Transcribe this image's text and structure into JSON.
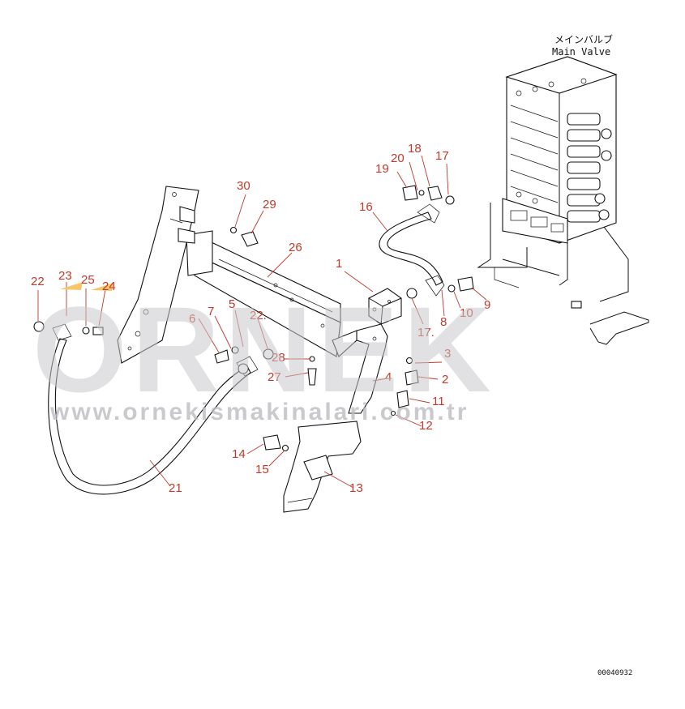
{
  "header": {
    "title_jp": "メインバルブ",
    "title_en": "Main Valve"
  },
  "watermark": {
    "brand": "ORNEK",
    "url": "www.ornekismakinalari.com.tr"
  },
  "document_number": "00040932",
  "callouts": [
    "1",
    "2",
    "3",
    "4",
    "5",
    "6",
    "7",
    "8",
    "9",
    "10",
    "11",
    "12",
    "13",
    "14",
    "15",
    "16",
    "17",
    "17.",
    "18",
    "19",
    "20",
    "21",
    "22",
    "22.",
    "23",
    "24",
    "25",
    "26",
    "27",
    "28",
    "29",
    "30"
  ],
  "colors": {
    "callout": "#c0392b",
    "line": "#111111",
    "highlight": "#f5c76a"
  }
}
